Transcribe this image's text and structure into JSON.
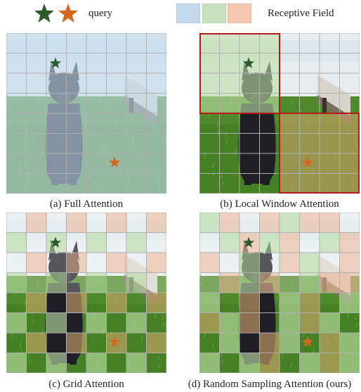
{
  "legend": {
    "query_label": "query",
    "field_label": "Receptive Field",
    "query_colors": [
      "#2e5a2b",
      "#d2691e"
    ],
    "field_colors": [
      "#c4dbef",
      "#c9e2bd",
      "#f4c9b0"
    ]
  },
  "panels": [
    {
      "id": "full",
      "caption": "(a) Full Attention"
    },
    {
      "id": "local",
      "caption": "(b) Local Window Attention"
    },
    {
      "id": "grid",
      "caption": "(c) Grid Attention"
    },
    {
      "id": "random",
      "caption": "(d) Random Sampling Attention (ours)"
    }
  ],
  "colors": {
    "tint_blue": "#c4dbef",
    "tint_green": "#bfe0a9",
    "tint_orange": "#f2bfa0",
    "tint_brown": "#cfa46a",
    "grid_line": "#b0b0b0",
    "window_border": "#b31b1b",
    "star_green": "#2e5a2b",
    "star_orange": "#d2691e"
  }
}
